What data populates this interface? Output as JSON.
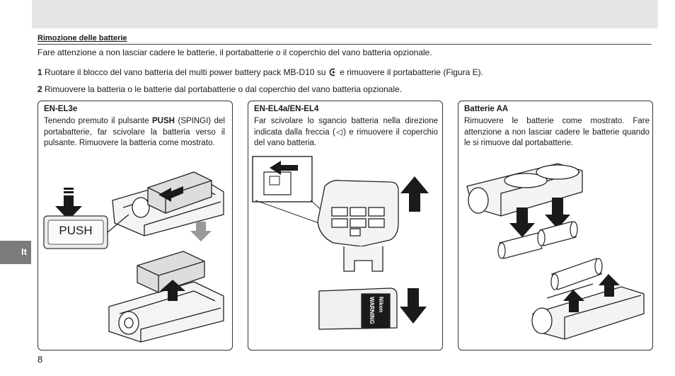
{
  "header": {
    "section_title": "Rimozione delle batterie"
  },
  "intro": "Fare attenzione a non lasciar cadere le batterie, il portabatterie o il coperchio del vano batteria opzionale.",
  "steps": [
    {
      "num": "1",
      "text_before": "Ruotare il blocco del vano batteria del multi power battery pack MB-D10 su",
      "text_after": "e rimuovere il portabatterie (Figura E).",
      "icon": "lock-rotate-icon"
    },
    {
      "num": "2",
      "text": "Rimuovere la batteria o le batterie dal portabatterie o dal coperchio del vano batteria opzionale."
    }
  ],
  "panels": [
    {
      "title": "EN-EL3e",
      "text_parts": [
        "Tenendo premuto il pulsante",
        "PUSH",
        "(SPINGI) del portabatterie, far scivolare la batteria verso il pulsante. Rimuovere la batteria come mostrato."
      ],
      "button_label": "PUSH"
    },
    {
      "title": "EN-EL4a/EN-EL4",
      "text_before": "Far scivolare lo sgancio batteria nella direzione indicata dalla freccia (",
      "arrow_symbol": "◁",
      "text_after": ") e rimuovere il coperchio del vano batteria.",
      "battery_labels": [
        "Nikon",
        "WARNING"
      ]
    },
    {
      "title": "Batterie AA",
      "text": "Rimuovere le batterie come mostrato. Fare attenzione a non lasciar cadere le batterie quando le si rimuove dal portabatterie."
    }
  ],
  "language_tab": "It",
  "page_number": "8",
  "colors": {
    "topbar": "#e6e6e6",
    "tab": "#7b7b7b",
    "arrow_dark": "#1a1a1a",
    "arrow_gray": "#999999"
  }
}
